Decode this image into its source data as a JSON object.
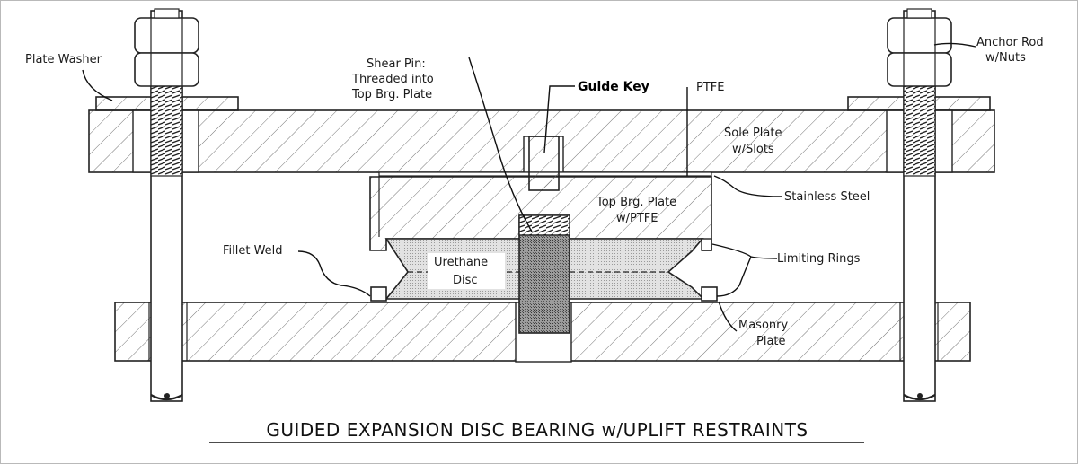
{
  "title": "GUIDED EXPANSION DISC BEARING w/UPLIFT RESTRAINTS",
  "labels": {
    "plate_washer": "Plate Washer",
    "shear_pin_1": "Shear Pin:",
    "shear_pin_2": "Threaded into",
    "shear_pin_3": "Top Brg. Plate",
    "guide_key": "Guide Key",
    "ptfe": "PTFE",
    "anchor_rod_1": "Anchor Rod",
    "anchor_rod_2": "w/Nuts",
    "sole_plate_1": "Sole Plate",
    "sole_plate_2": "w/Slots",
    "stainless_steel": "Stainless Steel",
    "top_brg_1": "Top Brg. Plate",
    "top_brg_2": "w/PTFE",
    "fillet_weld": "Fillet Weld",
    "urethane_1": "Urethane",
    "urethane_2": "Disc",
    "limiting_rings": "Limiting Rings",
    "masonry_1": "Masonry",
    "masonry_2": "Plate"
  },
  "colors": {
    "line": "#222222",
    "hatch": "#555555",
    "disc_fill": "#d9d9d9",
    "pin_fill": "#8f8f8f",
    "frame": "#b9b9b9"
  }
}
